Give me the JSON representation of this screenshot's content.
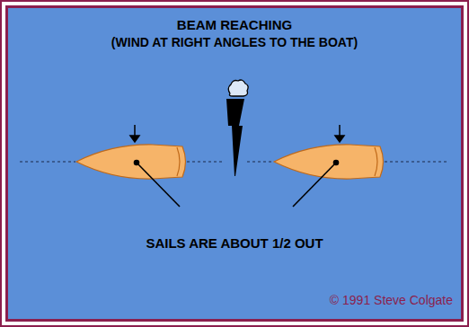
{
  "diagram": {
    "title": "BEAM REACHING",
    "labels": [
      "(WIND AT RIGHT ANGLES TO THE BOAT)",
      "SAILS ARE ABOUT 1/2 OUT",
      "© 1991 Steve Colgate"
    ]
  }
}
